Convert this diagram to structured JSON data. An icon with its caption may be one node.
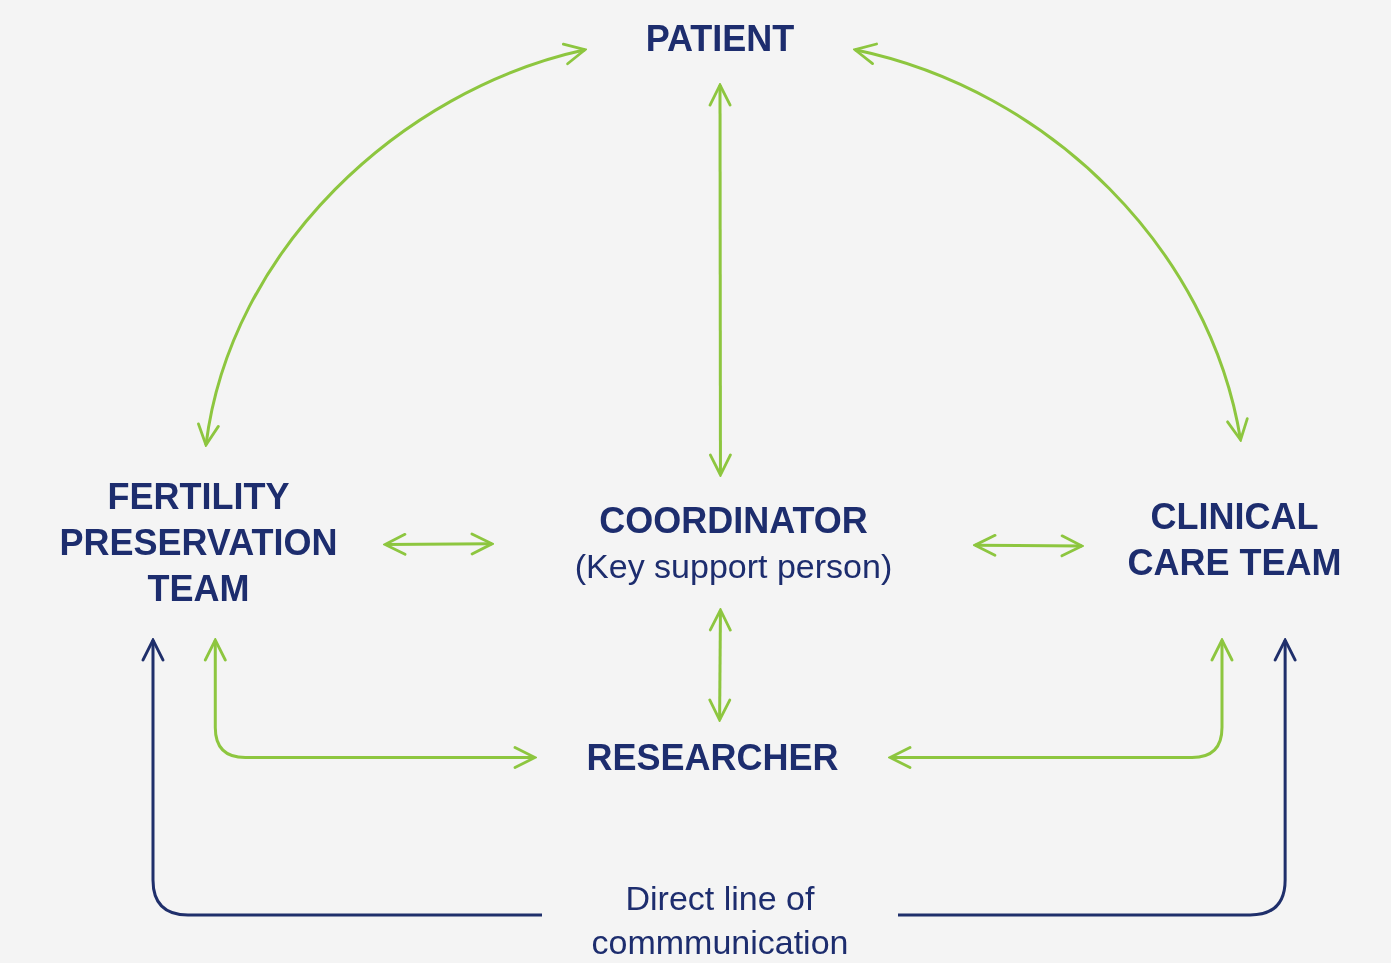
{
  "diagram": {
    "nodes": [
      {
        "text": [
          "PATIENT"
        ]
      },
      {
        "text": [
          "FERTILITY PRESERVATION TEAM"
        ]
      },
      {
        "text": [
          "COORDINATOR",
          "(Key support person)"
        ]
      },
      {
        "text": [
          "CLINICAL CARE TEAM"
        ]
      },
      {
        "text": [
          "RESEARCHER"
        ]
      }
    ],
    "edges": [
      {
        "from": 0,
        "to": 1,
        "arrow": "both"
      },
      {
        "from": 0,
        "to": 2,
        "arrow": "both"
      },
      {
        "from": 0,
        "to": 3,
        "arrow": "both"
      },
      {
        "from": 1,
        "to": 2,
        "arrow": "both"
      },
      {
        "from": 2,
        "to": 3,
        "arrow": "both"
      },
      {
        "from": 2,
        "to": 4,
        "arrow": "both"
      },
      {
        "from": 1,
        "to": 4,
        "arrow": "both"
      },
      {
        "from": 3,
        "to": 4,
        "arrow": "both"
      },
      {
        "from": 1,
        "to": 3,
        "arrow": "both",
        "label": "Direct line of commmunication",
        "color": "#1f2f6b"
      }
    ]
  }
}
